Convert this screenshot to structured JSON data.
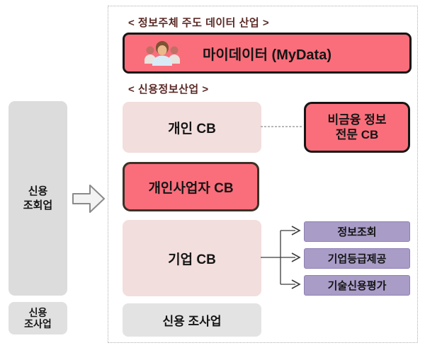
{
  "left_column": {
    "credit_inquiry_line1": "신용",
    "credit_inquiry_line2": "조회업",
    "credit_investigation_line1": "신용",
    "credit_investigation_line2": "조사업"
  },
  "main": {
    "header": "< 정보주체 주도 데이터 산업 >",
    "mydata_label": "마이데이터 (MyData)",
    "sub_header": "< 신용정보산업 >",
    "personal_cb": "개인 CB",
    "nonfinancial_cb_line1": "비금융 정보",
    "nonfinancial_cb_line2": "전문 CB",
    "sole_proprietor_cb": "개인사업자 CB",
    "corporate_cb": "기업 CB",
    "corporate_services": [
      "정보조회",
      "기업등급제공",
      "기술신용평가"
    ],
    "credit_investigation": "신용 조사업"
  },
  "colors": {
    "accent_red": "#fa6e7b",
    "light_pink": "#f2dedd",
    "purple": "#a99cc7",
    "purple_border": "#8e80b5",
    "gray_box": "#dcdcdc",
    "header_text": "#5b2a26",
    "box_border": "#151515"
  }
}
